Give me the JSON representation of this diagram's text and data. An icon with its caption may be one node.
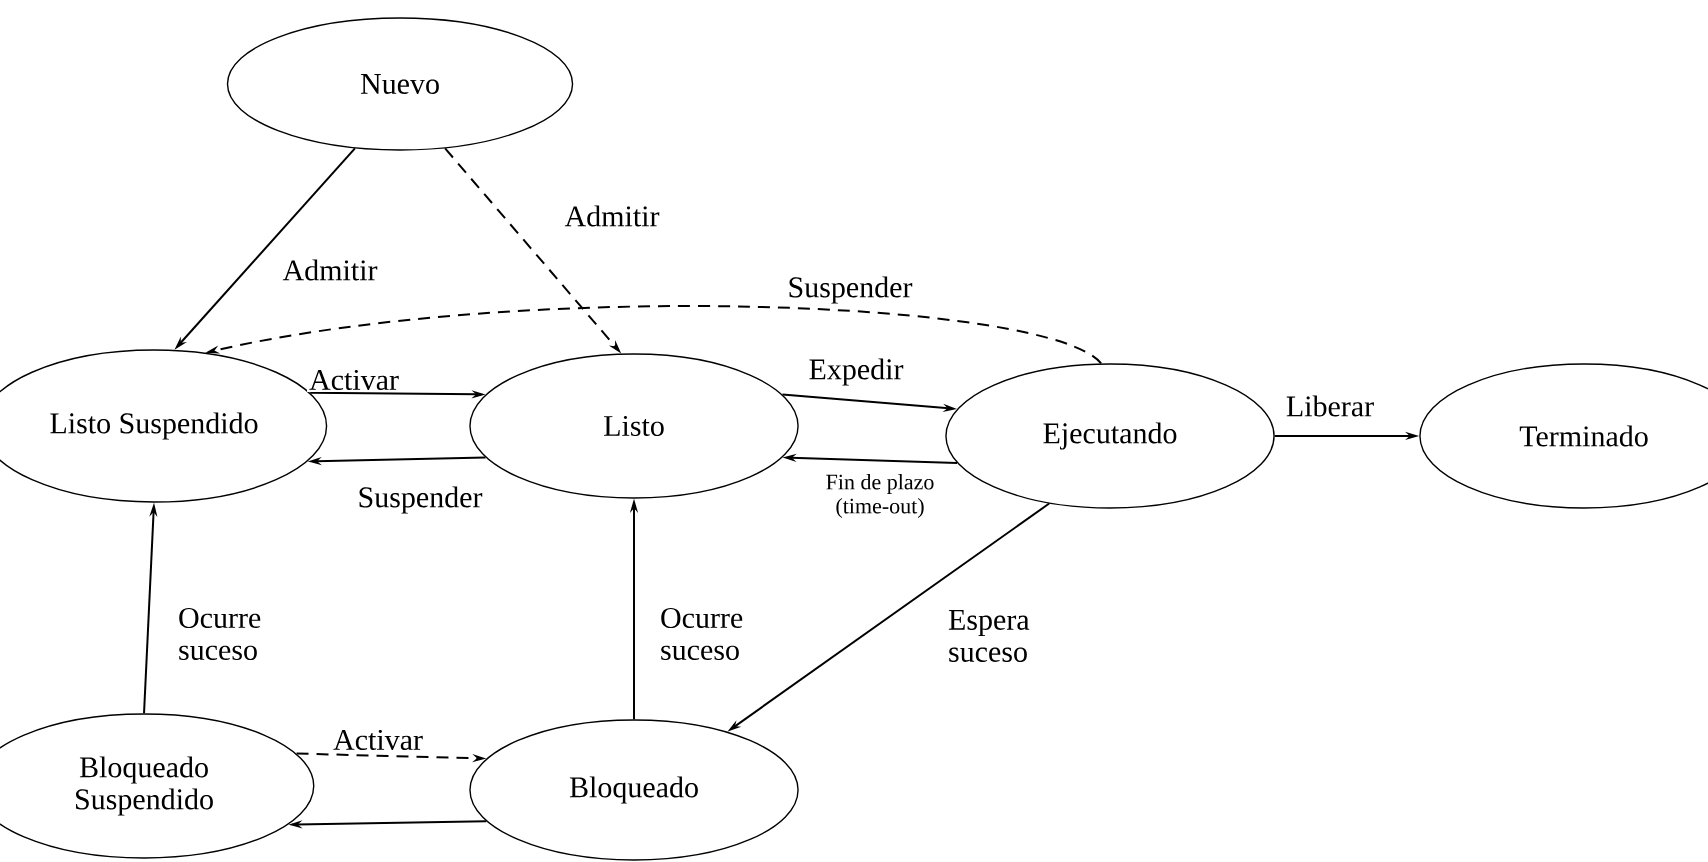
{
  "diagram": {
    "nodes": [
      {
        "text": [
          "Nuevo"
        ]
      },
      {
        "text": [
          "Listo Suspendido"
        ]
      },
      {
        "text": [
          "Listo"
        ]
      },
      {
        "text": [
          "Ejecutando"
        ]
      },
      {
        "text": [
          "Terminado"
        ]
      },
      {
        "text": [
          "Bloqueado Suspendido"
        ]
      },
      {
        "text": [
          "Bloqueado"
        ]
      }
    ],
    "edges": [
      {
        "from": 0,
        "to": 1,
        "arrow": "to",
        "label": "Admitir"
      },
      {
        "from": 0,
        "to": 2,
        "arrow": "to",
        "label": "Admitir",
        "style": "dashed"
      },
      {
        "from": 3,
        "to": 1,
        "arrow": "to",
        "label": "Suspender",
        "style": "dashed"
      },
      {
        "from": 1,
        "to": 2,
        "arrow": "to",
        "label": "Activar"
      },
      {
        "from": 2,
        "to": 1,
        "arrow": "to",
        "label": "Suspender"
      },
      {
        "from": 2,
        "to": 3,
        "arrow": "to",
        "label": "Expedir"
      },
      {
        "from": 3,
        "to": 2,
        "arrow": "to",
        "label": "Fin de plazo (time-out)"
      },
      {
        "from": 3,
        "to": 4,
        "arrow": "to",
        "label": "Liberar"
      },
      {
        "from": 3,
        "to": 6,
        "arrow": "to",
        "label": "Espera suceso"
      },
      {
        "from": 5,
        "to": 1,
        "arrow": "to",
        "label": "Ocurre suceso"
      },
      {
        "from": 6,
        "to": 2,
        "arrow": "to",
        "label": "Ocurre suceso"
      },
      {
        "from": 5,
        "to": 6,
        "arrow": "to",
        "label": "Activar",
        "style": "dashed"
      },
      {
        "from": 6,
        "to": 5,
        "arrow": "to"
      }
    ]
  }
}
